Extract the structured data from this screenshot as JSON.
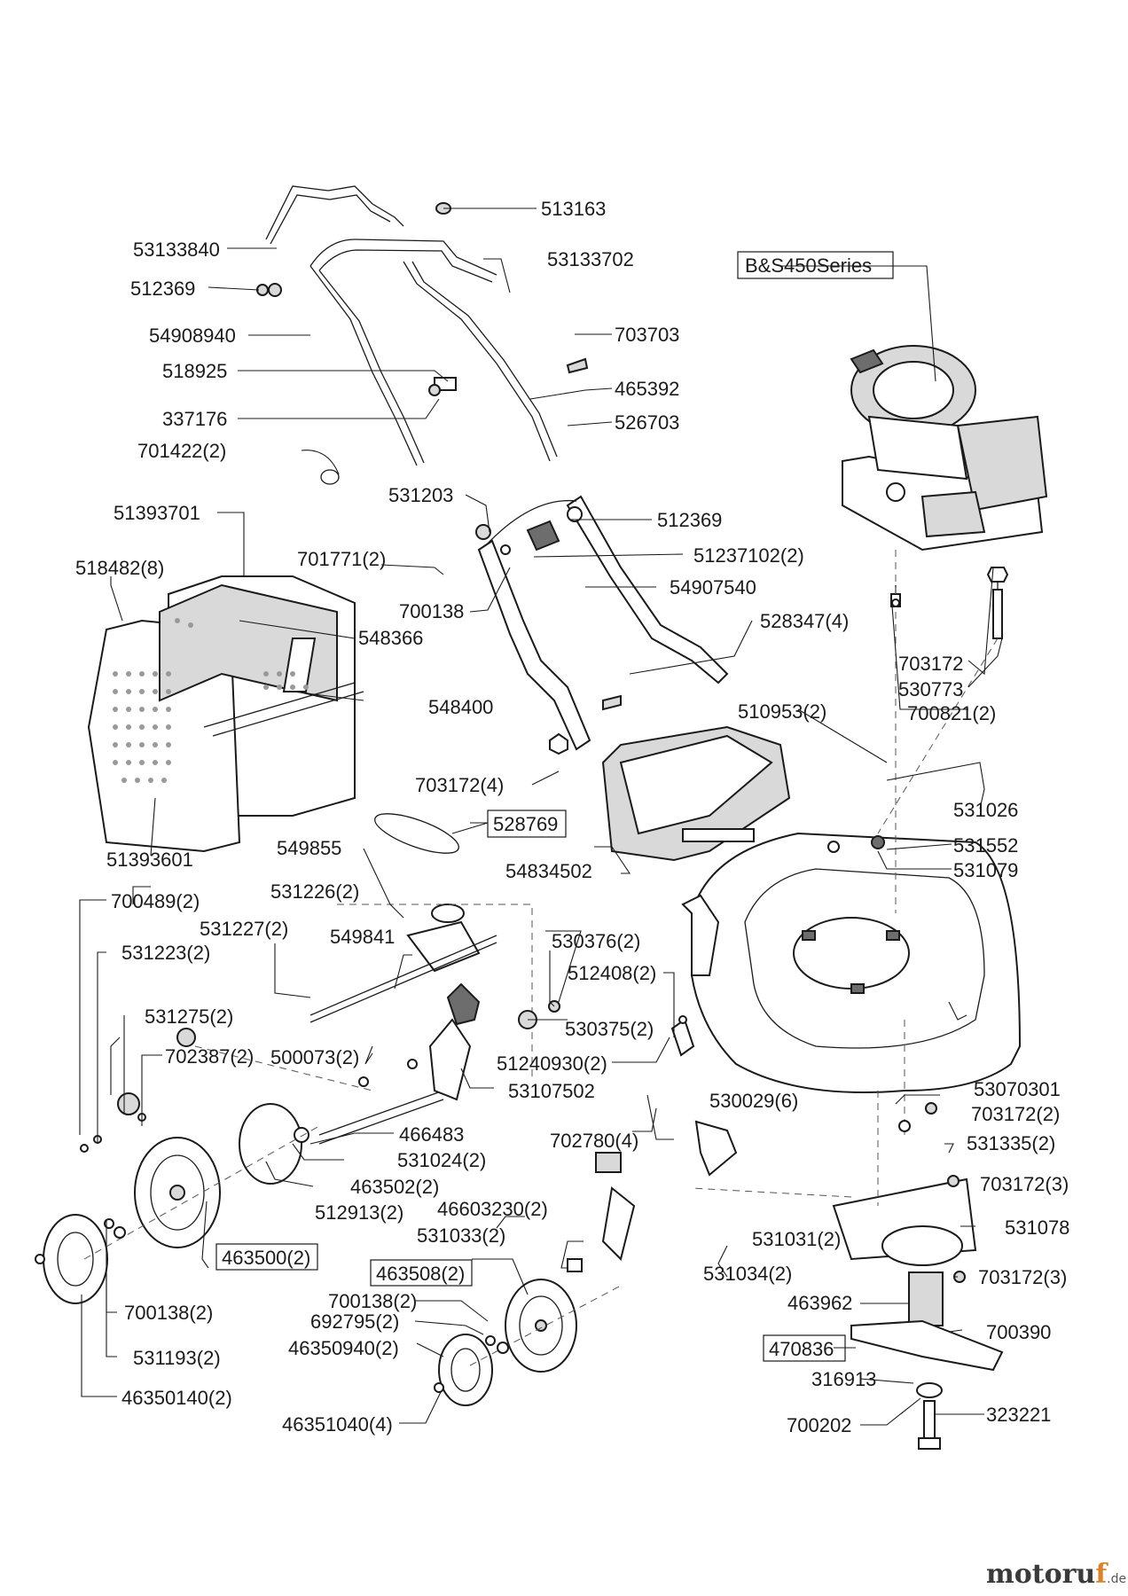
{
  "brand": {
    "name_main": "motoru",
    "name_accent": "f",
    "suffix": ".de"
  },
  "labels": {
    "p513163": "513163",
    "p53133840": "53133840",
    "p53133702": "53133702",
    "p512369a": "512369",
    "p54908940": "54908940",
    "p703703": "703703",
    "p518925": "518925",
    "p465392": "465392",
    "p337176": "337176",
    "p526703": "526703",
    "p701422": "701422(2)",
    "pBS": "B&S450Series",
    "p531203": "531203",
    "p512369b": "512369",
    "p51393701": "51393701",
    "p701771": "701771(2)",
    "p51237102": "51237102(2)",
    "p518482": "518482(8)",
    "p54907540": "54907540",
    "p700138a": "700138",
    "p548366": "548366",
    "p528347": "528347(4)",
    "p703172a": "703172",
    "p530773": "530773",
    "p700821": "700821(2)",
    "p548400": "548400",
    "p510953": "510953(2)",
    "p703172b": "703172(4)",
    "p531026": "531026",
    "p528769": "528769",
    "p51393601": "51393601",
    "p549855": "549855",
    "p531552": "531552",
    "p54834502": "54834502",
    "p531079": "531079",
    "p531226": "531226(2)",
    "p700489": "700489(2)",
    "p531227": "531227(2)",
    "p549841": "549841",
    "p530376": "530376(2)",
    "p531223": "531223(2)",
    "p512408": "512408(2)",
    "p531275": "531275(2)",
    "p530375": "530375(2)",
    "p702387": "702387(2)",
    "p500073": "500073(2)",
    "p51240930": "51240930(2)",
    "p53107502": "53107502",
    "p530029": "530029(6)",
    "p53070301": "53070301",
    "p703172c": "703172(2)",
    "p466483": "466483",
    "p702780": "702780(4)",
    "p531335": "531335(2)",
    "p531024": "531024(2)",
    "p463502": "463502(2)",
    "p703172d": "703172(3)",
    "p46603230": "46603230(2)",
    "p512913": "512913(2)",
    "p531078": "531078",
    "p531031": "531031(2)",
    "p531033": "531033(2)",
    "p463500": "463500(2)",
    "p463508": "463508(2)",
    "p531034": "531034(2)",
    "p703172e": "703172(3)",
    "p700138b": "700138(2)",
    "p463962": "463962",
    "p700138c": "700138(2)",
    "p692795": "692795(2)",
    "p700390": "700390",
    "p46350940": "46350940(2)",
    "p470836": "470836",
    "p531193": "531193(2)",
    "p316913": "316913",
    "p46350140": "46350140(2)",
    "p323221": "323221",
    "p46351040": "46351040(4)",
    "p700202": "700202"
  }
}
